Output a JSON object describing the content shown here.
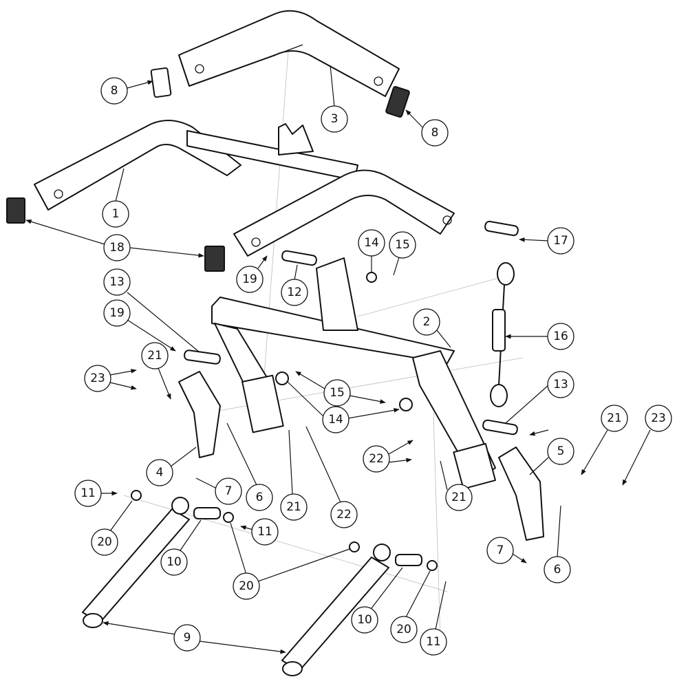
{
  "diagram": {
    "callouts": [
      "8",
      "3",
      "8",
      "1",
      "18",
      "19",
      "12",
      "14",
      "15",
      "17",
      "13",
      "19",
      "2",
      "16",
      "21",
      "23",
      "15",
      "14",
      "13",
      "21",
      "23",
      "5",
      "22",
      "4",
      "7",
      "6",
      "21",
      "22",
      "21",
      "11",
      "20",
      "10",
      "11",
      "20",
      "7",
      "6",
      "10",
      "20",
      "11",
      "9"
    ]
  }
}
